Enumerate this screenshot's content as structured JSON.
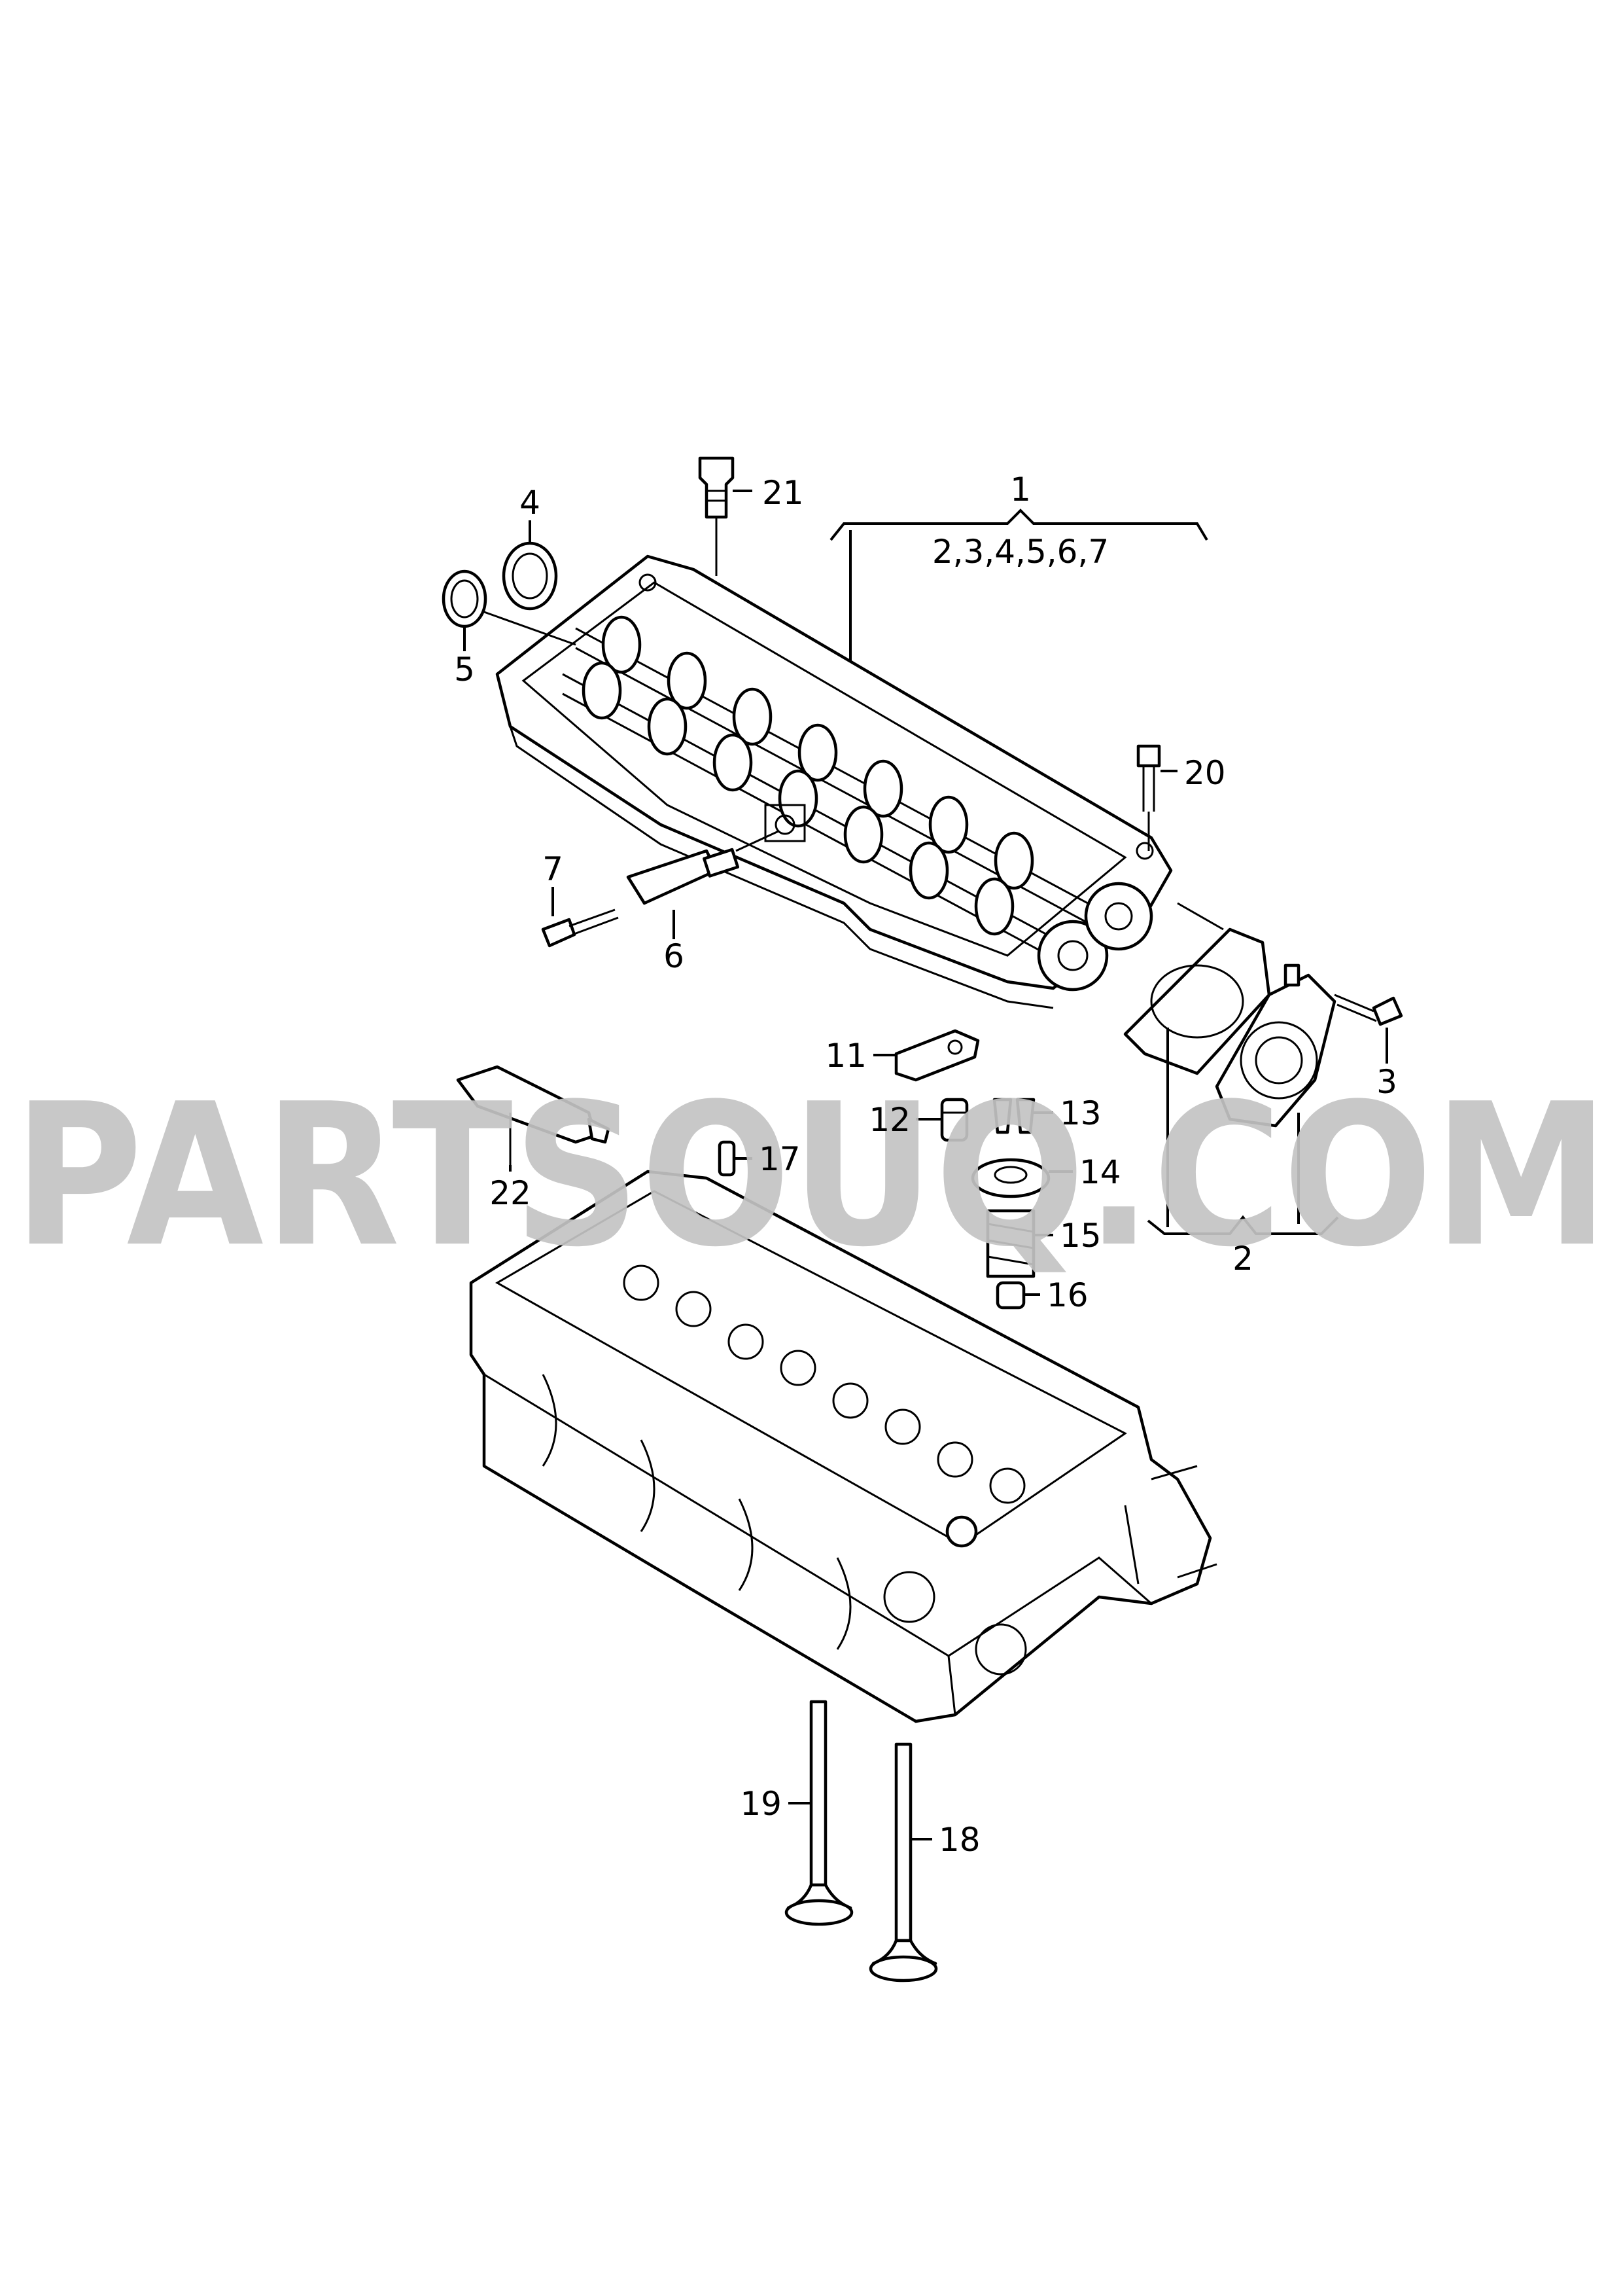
{
  "watermark": "PARTSOUQ.COM",
  "callouts": {
    "c1": "1",
    "c1_sub": "2,3,4,5,6,7",
    "c2": "2",
    "c3": "3",
    "c4": "4",
    "c5": "5",
    "c6": "6",
    "c7": "7",
    "c11": "11",
    "c12": "12",
    "c13": "13",
    "c14": "14",
    "c15": "15",
    "c16": "16",
    "c17": "17",
    "c18": "18",
    "c19": "19",
    "c20": "20",
    "c21": "21",
    "c22": "22"
  },
  "colors": {
    "line": "#000000",
    "background": "#ffffff",
    "watermark": "#c4c4c4"
  }
}
